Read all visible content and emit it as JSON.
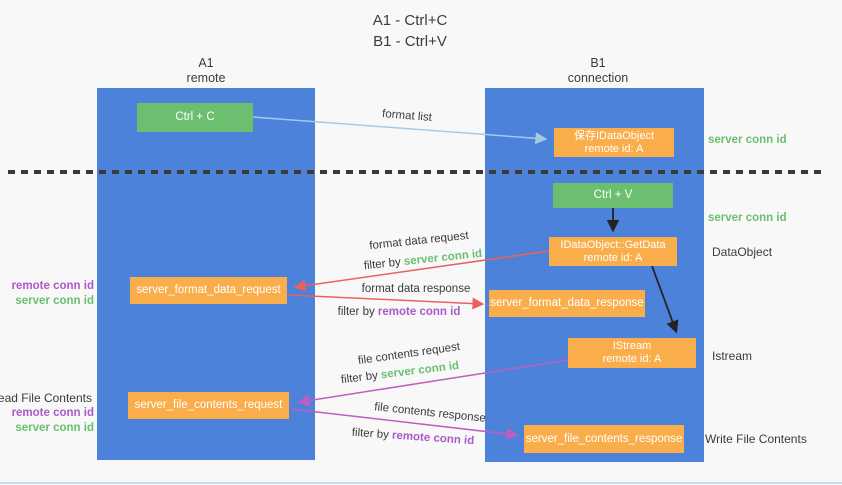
{
  "title": {
    "line1": "A1 - Ctrl+C",
    "line2": "B1 - Ctrl+V"
  },
  "lanes": {
    "left": {
      "name": "A1",
      "role": "remote"
    },
    "right": {
      "name": "B1",
      "role": "connection"
    }
  },
  "nodes": {
    "ctrl_c": {
      "label": "Ctrl + C"
    },
    "save_idataobject": {
      "line1": "保存IDataObject",
      "line2": "remote id: A"
    },
    "ctrl_v": {
      "label": "Ctrl + V"
    },
    "getdata": {
      "line1": "IDataObject::GetData",
      "line2": "remote id: A"
    },
    "format_request": {
      "label": "server_format_data_request"
    },
    "format_response": {
      "label": "server_format_data_response"
    },
    "istream": {
      "line1": "IStream",
      "line2": "remote id: A"
    },
    "file_request": {
      "label": "server_file_contents_request"
    },
    "file_response": {
      "label": "server_file_contents_response"
    }
  },
  "edge_labels": {
    "format_list": "format list",
    "format_data_request": "format data request",
    "format_data_request_filter": {
      "prefix": "filter by ",
      "id": "server conn id"
    },
    "format_data_response": "format data response",
    "format_data_response_filter": {
      "prefix": "filter by ",
      "id": "remote conn id"
    },
    "file_contents_request": "file contents request",
    "file_contents_request_filter": {
      "prefix": "filter by ",
      "id": "server conn id"
    },
    "file_contents_response": "file contents response",
    "file_contents_response_filter": {
      "prefix": "filter by ",
      "id": "remote conn id"
    }
  },
  "side_labels": {
    "left_format": {
      "remote": "remote conn id",
      "server": "server conn id"
    },
    "read_file_contents": "Read File Contents",
    "left_file": {
      "remote": "remote conn id",
      "server": "server conn id"
    },
    "right_server_conn_top": "server conn id",
    "right_server_conn_mid": "server conn id",
    "data_object": "DataObject",
    "istream": "Istream",
    "write_file_contents": "Write File Contents"
  },
  "colors": {
    "lane_blue": "#4d82da",
    "box_orange": "#f9ae4b",
    "box_green": "#6dbf70",
    "arrow_light_blue": "#a3cbe8",
    "arrow_red": "#e8635d",
    "arrow_magenta": "#c05ec0",
    "arrow_black": "#222222",
    "text_green": "#6abf6e",
    "text_purple": "#a85ac8",
    "text_dark": "#3b3b3b"
  }
}
